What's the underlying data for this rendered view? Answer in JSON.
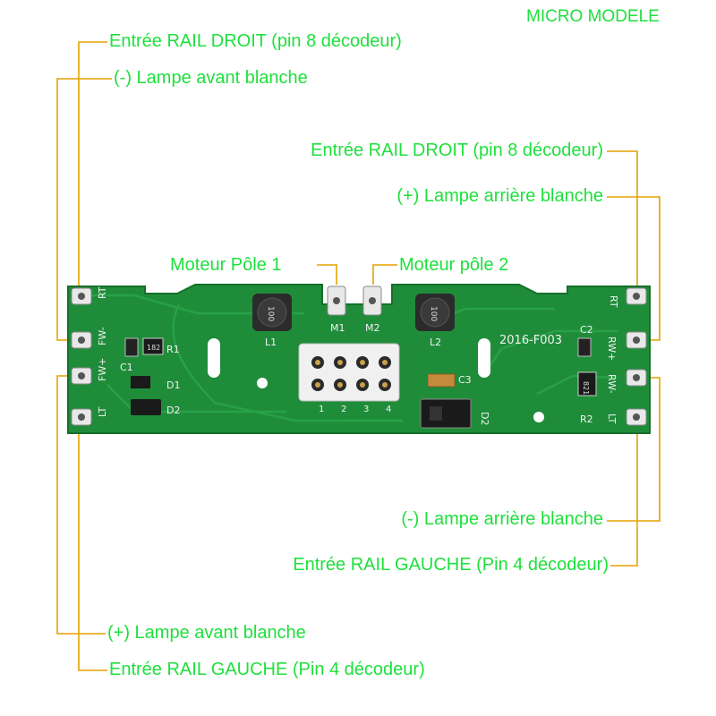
{
  "brand": "MICRO MODELE",
  "labels": {
    "rail_droit_left": "Entrée RAIL DROIT (pin 8 décodeur)",
    "lamp_front_neg": "(-) Lampe avant blanche",
    "rail_droit_right": "Entrée RAIL DROIT (pin 8 décodeur)",
    "lamp_rear_pos": "(+) Lampe arrière blanche",
    "motor_pole_1": "Moteur Pôle 1",
    "motor_pole_2": "Moteur pôle 2",
    "lamp_rear_neg": "(-) Lampe arrière blanche",
    "rail_gauche_right": "Entrée RAIL GAUCHE (Pin 4 décodeur)",
    "lamp_front_pos": "(+) Lampe avant blanche",
    "rail_gauche_left": "Entrée RAIL GAUCHE (Pin 4 décodeur)"
  },
  "board": {
    "code": "2016-F003",
    "pads_left": [
      "RT",
      "FW-",
      "FW+",
      "LT"
    ],
    "pads_right": [
      "RT",
      "RW+",
      "RW-",
      "LT"
    ],
    "components": {
      "l1": "L1",
      "l2": "L2",
      "m1": "M1",
      "m2": "M2",
      "r1": "R1",
      "r2": "R2",
      "c1": "C1",
      "c2": "C2",
      "c3": "C3",
      "d1": "D1",
      "d2_left": "D2",
      "d2_right": "D2",
      "inductor_value": "100",
      "r1_value": "182",
      "r2_value": "821"
    },
    "header_pins": [
      "1",
      "2",
      "3",
      "4"
    ]
  },
  "colors": {
    "label_text": "#1ee03c",
    "leader_line": "#e6a100",
    "pcb": "#1f8c3a",
    "silkscreen": "#f2f2f2"
  }
}
